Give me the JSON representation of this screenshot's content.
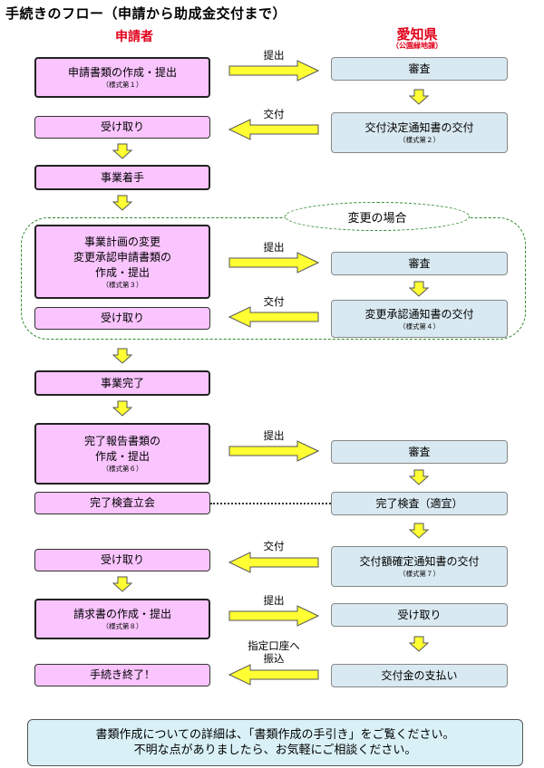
{
  "title": "手続きのフロー（申請から助成金交付まで）",
  "columns": {
    "applicant": "申請者",
    "prefecture": "愛知県",
    "prefecture_dept": "（公園緑地課）"
  },
  "left_boxes": [
    {
      "lines": [
        "申請書類の作成・提出"
      ],
      "note": "（様式第１）"
    },
    {
      "lines": [
        "受け取り"
      ],
      "note": ""
    },
    {
      "lines": [
        "事業着手"
      ],
      "note": ""
    },
    {
      "lines": [
        "事業計画の変更",
        "変更承認申請書類の",
        "作成・提出"
      ],
      "note": "（様式第３）"
    },
    {
      "lines": [
        "受け取り"
      ],
      "note": ""
    },
    {
      "lines": [
        "事業完了"
      ],
      "note": ""
    },
    {
      "lines": [
        "完了報告書類の",
        "作成・提出"
      ],
      "note": "（様式第６）"
    },
    {
      "lines": [
        "完了検査立会"
      ],
      "note": ""
    },
    {
      "lines": [
        "受け取り"
      ],
      "note": ""
    },
    {
      "lines": [
        "請求書の作成・提出"
      ],
      "note": "（様式第８）"
    },
    {
      "lines": [
        "手続き終了！"
      ],
      "note": ""
    }
  ],
  "right_boxes": [
    {
      "lines": [
        "審査"
      ],
      "note": ""
    },
    {
      "lines": [
        "交付決定通知書の交付"
      ],
      "note": "（様式第２）"
    },
    {
      "lines": [
        "審査"
      ],
      "note": ""
    },
    {
      "lines": [
        "変更承認通知書の交付"
      ],
      "note": "（様式第４）"
    },
    {
      "lines": [
        "審査"
      ],
      "note": ""
    },
    {
      "lines": [
        "完了検査（適宜）"
      ],
      "note": ""
    },
    {
      "lines": [
        "交付額確定通知書の交付"
      ],
      "note": "（様式第７）"
    },
    {
      "lines": [
        "受け取り"
      ],
      "note": ""
    },
    {
      "lines": [
        "交付金の支払い"
      ],
      "note": ""
    }
  ],
  "arrow_labels": {
    "submit": "提出",
    "grant": "交付",
    "transfer_line1": "指定口座へ",
    "transfer_line2": "振込"
  },
  "change_case_label": "変更の場合",
  "footer": {
    "line1": "書類作成についての詳細は、「書類作成の手引き」をご覧ください。",
    "line2": "不明な点がありましたら、お気軽にご相談ください。"
  },
  "colors": {
    "applicant_box": "#fac4ff",
    "prefecture_box": "#d9e9f1",
    "arrow_fill": "#ffff33",
    "header_red": "#e0001a",
    "change_border": "#2e8b2e",
    "footer_bg": "#d9f1f6"
  }
}
